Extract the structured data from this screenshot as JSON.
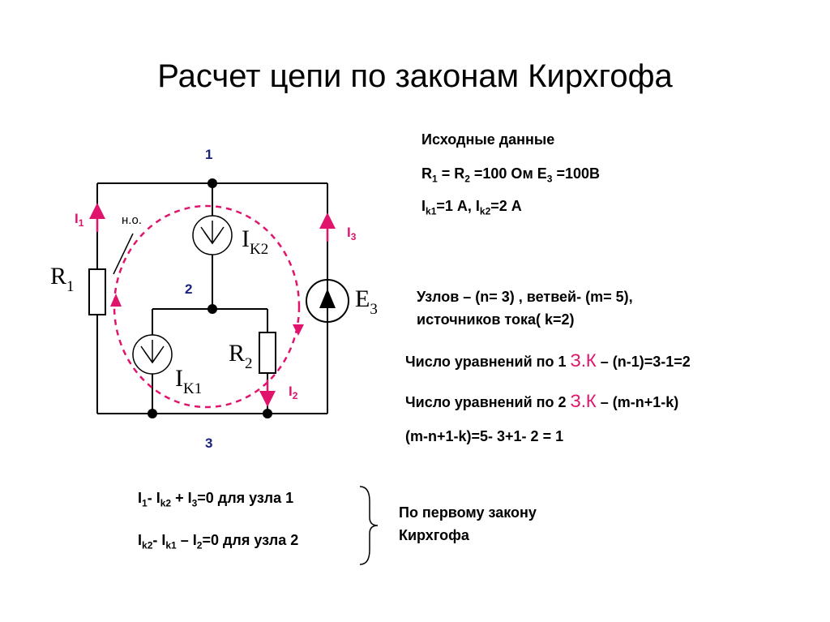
{
  "title": "Расчет цепи по законам Кирхгофа",
  "circuit": {
    "node1": "1",
    "node2": "2",
    "node3": "3",
    "I1": "I",
    "I1_sub": "1",
    "I2": "I",
    "I2_sub": "2",
    "I3": "I",
    "I3_sub": "3",
    "R1": "R",
    "R1_sub": "1",
    "R2": "R",
    "R2_sub": "2",
    "E3": "E",
    "E3_sub": "3",
    "Ik1": "I",
    "Ik1_sub": "K1",
    "Ik2": "I",
    "Ik2_sub": "K2",
    "loop_label": "н.о."
  },
  "given": {
    "heading": "Исходные данные",
    "line1": {
      "a": "R",
      "a_sub": "1",
      "b": " = R",
      "b_sub": "2",
      "c": " =100 Ом E",
      "c_sub": "3",
      "d": " =100В"
    },
    "line2": {
      "a": "I",
      "a_sub": "k1",
      "b": "=1 А, I",
      "b_sub": "k2",
      "c": "=2 А"
    }
  },
  "counts": {
    "line1": "Узлов – (n= 3) , ветвей-  (m= 5),",
    "line2": "источников тока( k=2)"
  },
  "eq_count": {
    "first_prefix": "Число уравнений по 1 ",
    "first_law": "З.К",
    "first_suffix": " – (n-1)=3-1=2",
    "second_prefix": "Число уравнений по 2 ",
    "second_law": "З.К",
    "second_suffix": " – (m-n+1-k)",
    "calc": "(m-n+1-k)=5- 3+1- 2 = 1"
  },
  "equations": {
    "eq1": {
      "a": "I",
      "a_sub": "1",
      "b": "- I",
      "b_sub": "k2",
      "c": " + I",
      "c_sub": "3",
      "d": "=0 для узла 1"
    },
    "eq2": {
      "a": "I",
      "a_sub": "k2",
      "b": "- I",
      "b_sub": "k1",
      "c": " – I",
      "c_sub": "2",
      "d": "=0 для узла 2"
    },
    "note_line1": "По первому закону",
    "note_line2": "Кирхгофа"
  },
  "colors": {
    "accent": "#e0146c",
    "node_label": "#1a237e",
    "wire": "#000000"
  }
}
